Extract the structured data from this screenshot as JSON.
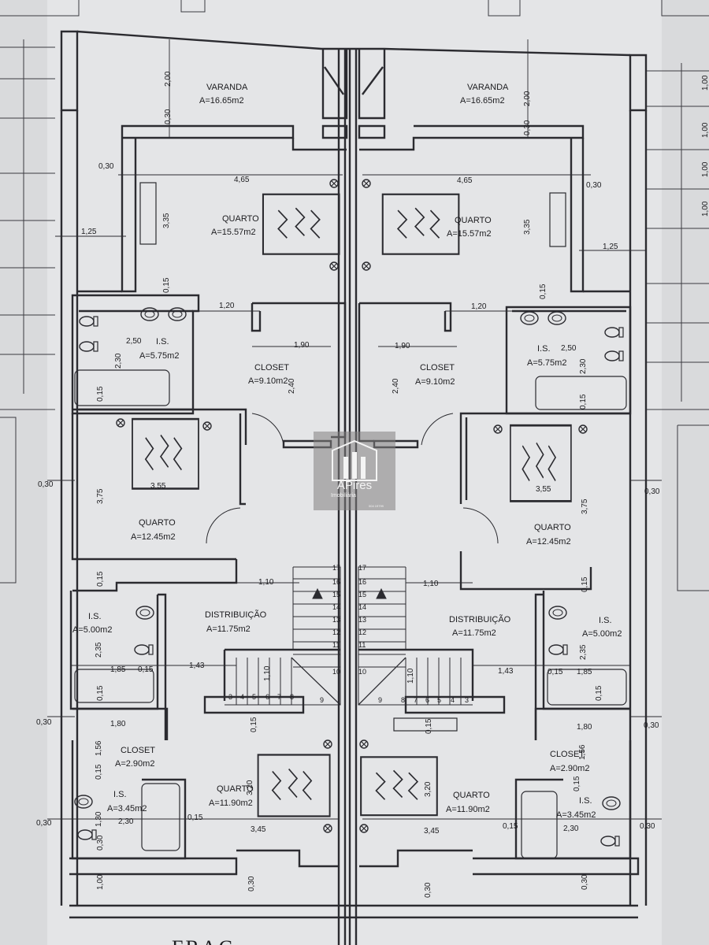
{
  "colors": {
    "paper": "#d9dadc",
    "ink": "#2b2b30",
    "logo_bg": "#827f7f",
    "logo_fg": "#f4f4f4"
  },
  "watermark": {
    "brand": "APires",
    "subtitle": "Imobiliária",
    "creci": "004 19799",
    "icon": "building-logo-icon"
  },
  "rooms_left": {
    "varanda": {
      "name": "VARANDA",
      "area": "A=16.65m2"
    },
    "quarto1": {
      "name": "QUARTO",
      "area": "A=15.57m2"
    },
    "closet1": {
      "name": "CLOSET",
      "area": "A=9.10m2"
    },
    "is1": {
      "name": "I.S.",
      "area": "A=5.75m2"
    },
    "quarto2": {
      "name": "QUARTO",
      "area": "A=12.45m2"
    },
    "distrib": {
      "name": "DISTRIBUIÇÃO",
      "area": "A=11.75m2"
    },
    "is2": {
      "name": "I.S.",
      "area": "A=5.00m2"
    },
    "closet2": {
      "name": "CLOSET",
      "area": "A=2.90m2"
    },
    "is3": {
      "name": "I.S.",
      "area": "A=3.45m2"
    },
    "quarto3": {
      "name": "QUARTO",
      "area": "A=11.90m2"
    }
  },
  "rooms_right": {
    "varanda": {
      "name": "VARANDA",
      "area": "A=16.65m2"
    },
    "quarto1": {
      "name": "QUARTO",
      "area": "A=15.57m2"
    },
    "closet1": {
      "name": "CLOSET",
      "area": "A=9.10m2"
    },
    "is1": {
      "name": "I.S.",
      "area": "A=5.75m2"
    },
    "quarto2": {
      "name": "QUARTO",
      "area": "A=12.45m2"
    },
    "distrib": {
      "name": "DISTRIBUIÇÃO",
      "area": "A=11.75m2"
    },
    "is2": {
      "name": "I.S.",
      "area": "A=5.00m2"
    },
    "closet2": {
      "name": "CLOSET",
      "area": "A=2.90m2"
    },
    "is3": {
      "name": "I.S.",
      "area": "A=3.45m2"
    },
    "quarto3": {
      "name": "QUARTO",
      "area": "A=11.90m2"
    }
  },
  "dims_left": {
    "d200": "2,00",
    "d030a": "0,30",
    "d030b": "0,30",
    "d465": "4,65",
    "d335": "3,35",
    "d125": "1,25",
    "d015a": "0,15",
    "d120": "1,20",
    "d190": "1,90",
    "d250": "2,50",
    "d230": "2,30",
    "d240": "2,40",
    "d015b": "0,15",
    "d030c": "0,30",
    "d355": "3,55",
    "d375": "3,75",
    "d015c": "0,15",
    "d110": "1,10",
    "d235": "2,35",
    "d185": "1,85",
    "d015d": "0,15",
    "d143": "1,43",
    "d110b": "1,10",
    "d015e": "0,15",
    "d030d": "0,30",
    "d180": "1,80",
    "d156": "1,56",
    "d015f": "0,15",
    "d320": "3,20",
    "d015g": "0,15",
    "d030e": "0,30",
    "d130": "1,30",
    "d230b": "2,30",
    "d015h": "0,15",
    "d345": "3,45",
    "d030f": "0,30",
    "d100": "1,00",
    "d030g": "0,30"
  },
  "dims_right": {
    "d200": "2,00",
    "d030a": "0,30",
    "d030b": "0,30",
    "d465": "4,65",
    "d335": "3,35",
    "d125": "1,25",
    "d015a": "0,15",
    "d120": "1,20",
    "d190": "1,90",
    "d250": "2,50",
    "d230": "2,30",
    "d240": "2,40",
    "d015b": "0,15",
    "d030c": "0,30",
    "d355": "3,55",
    "d375": "3,75",
    "d015c": "0,15",
    "d110": "1,10",
    "d235": "2,35",
    "d185": "1,85",
    "d015d": "0,15",
    "d143": "1,43",
    "d110b": "1,10",
    "d015e": "0,15",
    "d030d": "0,30",
    "d180": "1,80",
    "d156": "1,56",
    "d015f": "0,15",
    "d320": "3,20",
    "d015g": "0,15",
    "d030e": "0,30",
    "d345": "3,45",
    "d015h": "0,15",
    "d230b": "2,30",
    "d030f": "0,30",
    "d030g": "0,30"
  },
  "stair_left": {
    "upper": [
      "17",
      "16",
      "15",
      "14",
      "13",
      "12",
      "11",
      "10"
    ],
    "lower": [
      "3",
      "4",
      "5",
      "6",
      "7",
      "8",
      "9"
    ]
  },
  "stair_right": {
    "upper": [
      "17",
      "16",
      "15",
      "14",
      "13",
      "12",
      "11",
      "10"
    ],
    "lower": [
      "9",
      "8",
      "7",
      "6",
      "5",
      "4",
      "3"
    ]
  },
  "grid_marks_right": [
    "1,00",
    "1,00",
    "1,00",
    "1,00"
  ],
  "bottom_text": "FRAÇ"
}
